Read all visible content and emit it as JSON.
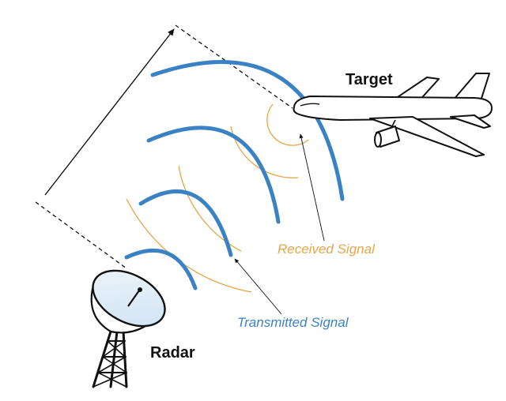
{
  "labels": {
    "target": "Target",
    "radar": "Radar",
    "received": "Received Signal",
    "transmitted": "Transmitted Signal"
  },
  "colors": {
    "transmitted_signal": "#3a82c4",
    "received_signal": "#e8a54b",
    "outline": "#111111",
    "dish_fill": "#dcebf7",
    "dish_rim": "#ffffff"
  },
  "icons": {
    "target": "airplane-icon",
    "radar": "radar-dish-icon"
  }
}
